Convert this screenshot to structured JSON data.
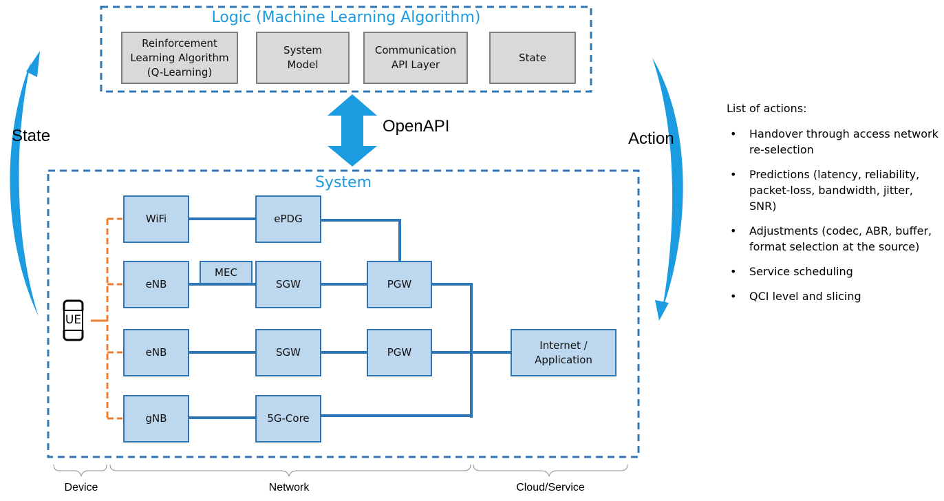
{
  "logic": {
    "title": "Logic (Machine Learning Algorithm)",
    "boxes": [
      "Reinforcement Learning Algorithm (Q-Learning)",
      "System Model",
      "Communication API Layer",
      "State"
    ]
  },
  "interface_label": "OpenAPI",
  "state_label": "State",
  "action_label": "Action",
  "system": {
    "title": "System",
    "ue": "UE",
    "access": [
      "WiFi",
      "eNB",
      "eNB",
      "gNB"
    ],
    "mec": "MEC",
    "core": [
      "ePDG",
      "SGW",
      "SGW",
      "5G-Core"
    ],
    "gateways": [
      "PGW",
      "PGW"
    ],
    "internet": "Internet / Application"
  },
  "scopes": [
    "Device",
    "Network",
    "Cloud/Service"
  ],
  "actions": {
    "heading": "List of actions:",
    "items": [
      "Handover through access network re-selection",
      "Predictions (latency, reliability, packet-loss, bandwidth, jitter, SNR)",
      "Adjustments (codec, ABR, buffer, format selection at the source)",
      "Service scheduling",
      "QCI level and slicing"
    ]
  },
  "colors": {
    "accent": "#1b9be0",
    "dashed_border": "#2e75b6",
    "link": "#2e75b6",
    "ue_link": "#ed7d31",
    "node_fill": "#bdd7ee",
    "logic_fill": "#d9d9d9"
  }
}
